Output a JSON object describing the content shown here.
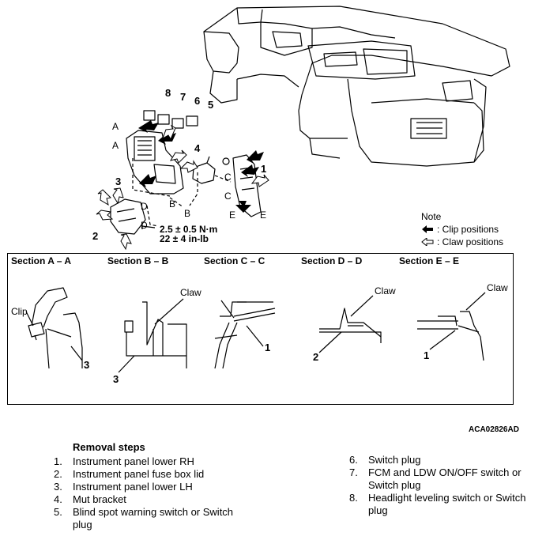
{
  "callouts": {
    "n1": "1",
    "n2": "2",
    "n3": "3",
    "n4": "4",
    "n5": "5",
    "n6": "6",
    "n7": "7",
    "n8": "8",
    "a1": "A",
    "a2": "A",
    "b1": "B",
    "b2": "B",
    "c1": "C",
    "c2": "C",
    "d1": "D",
    "d2": "D",
    "e1": "E",
    "e2": "E"
  },
  "torque": {
    "line1": "2.5 ± 0.5 N·m",
    "line2": "22 ± 4 in-lb"
  },
  "note": {
    "title": "Note",
    "clip": ": Clip positions",
    "claw": ": Claw positions"
  },
  "sections": {
    "aa": {
      "title": "Section A – A",
      "label_clip": "Clip",
      "num": "3"
    },
    "bb": {
      "title": "Section B – B",
      "label_claw": "Claw",
      "num": "3"
    },
    "cc": {
      "title": "Section C – C",
      "num": "1"
    },
    "dd": {
      "title": "Section D – D",
      "label_claw": "Claw",
      "num": "2"
    },
    "ee": {
      "title": "Section E – E",
      "label_claw": "Claw",
      "num": "1"
    }
  },
  "code": "ACA02826AD",
  "removal": {
    "title": "Removal steps",
    "steps_left": [
      {
        "num": "1.",
        "text": "Instrument panel lower RH"
      },
      {
        "num": "2.",
        "text": "Instrument panel fuse box lid"
      },
      {
        "num": "3.",
        "text": "Instrument panel lower LH"
      },
      {
        "num": "4.",
        "text": "Mut bracket"
      },
      {
        "num": "5.",
        "text": "Blind spot warning switch or Switch plug"
      }
    ],
    "steps_right": [
      {
        "num": "6.",
        "text": "Switch plug"
      },
      {
        "num": "7.",
        "text": "FCM and LDW ON/OFF switch or Switch plug"
      },
      {
        "num": "8.",
        "text": "Headlight leveling switch or Switch plug"
      }
    ]
  }
}
